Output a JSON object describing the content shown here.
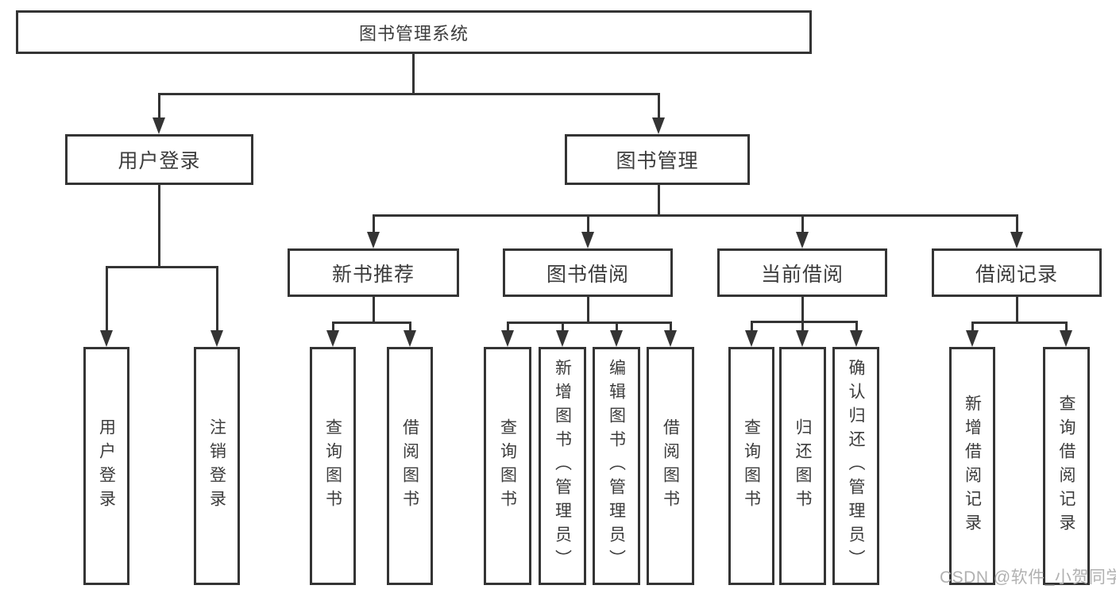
{
  "diagram": {
    "title": "图书管理系统",
    "colors": {
      "line": "#343434",
      "text": "#3c3c3c",
      "background": "#ffffff",
      "watermark": "#b1b1b1"
    },
    "nodes": [
      {
        "id": "root",
        "label": "图书管理系统",
        "level": 0,
        "parent": null
      },
      {
        "id": "user-login",
        "label": "用户登录",
        "level": 1,
        "parent": "root"
      },
      {
        "id": "book-management",
        "label": "图书管理",
        "level": 1,
        "parent": "root"
      },
      {
        "id": "new-book-recommend",
        "label": "新书推荐",
        "level": 2,
        "parent": "book-management"
      },
      {
        "id": "book-borrow",
        "label": "图书借阅",
        "level": 2,
        "parent": "book-management"
      },
      {
        "id": "current-borrow",
        "label": "当前借阅",
        "level": 2,
        "parent": "book-management"
      },
      {
        "id": "borrow-record",
        "label": "借阅记录",
        "level": 2,
        "parent": "book-management"
      },
      {
        "id": "leaf-user-login",
        "label": "用户登录",
        "level": 3,
        "parent": "user-login"
      },
      {
        "id": "leaf-logout",
        "label": "注销登录",
        "level": 3,
        "parent": "user-login"
      },
      {
        "id": "leaf-query-book-rec",
        "label": "查询图书",
        "level": 3,
        "parent": "new-book-recommend"
      },
      {
        "id": "leaf-borrow-book-rec",
        "label": "借阅图书",
        "level": 3,
        "parent": "new-book-recommend"
      },
      {
        "id": "leaf-query-book-bor",
        "label": "查询图书",
        "level": 3,
        "parent": "book-borrow"
      },
      {
        "id": "leaf-add-book-admin",
        "label": "新增图书（管理员）",
        "level": 3,
        "parent": "book-borrow"
      },
      {
        "id": "leaf-edit-book-admin",
        "label": "编辑图书（管理员）",
        "level": 3,
        "parent": "book-borrow"
      },
      {
        "id": "leaf-borrow-book",
        "label": "借阅图书",
        "level": 3,
        "parent": "book-borrow"
      },
      {
        "id": "leaf-query-book-cur",
        "label": "查询图书",
        "level": 3,
        "parent": "current-borrow"
      },
      {
        "id": "leaf-return-book",
        "label": "归还图书",
        "level": 3,
        "parent": "current-borrow"
      },
      {
        "id": "leaf-confirm-return",
        "label": "确认归还（管理员）",
        "level": 3,
        "parent": "current-borrow"
      },
      {
        "id": "leaf-add-borrow-record",
        "label": "新增借阅记录",
        "level": 3,
        "parent": "borrow-record"
      },
      {
        "id": "leaf-query-borrow-record",
        "label": "查询借阅记录",
        "level": 3,
        "parent": "borrow-record"
      }
    ]
  },
  "watermark": {
    "text": "CSDN @软件_小贺同学"
  }
}
